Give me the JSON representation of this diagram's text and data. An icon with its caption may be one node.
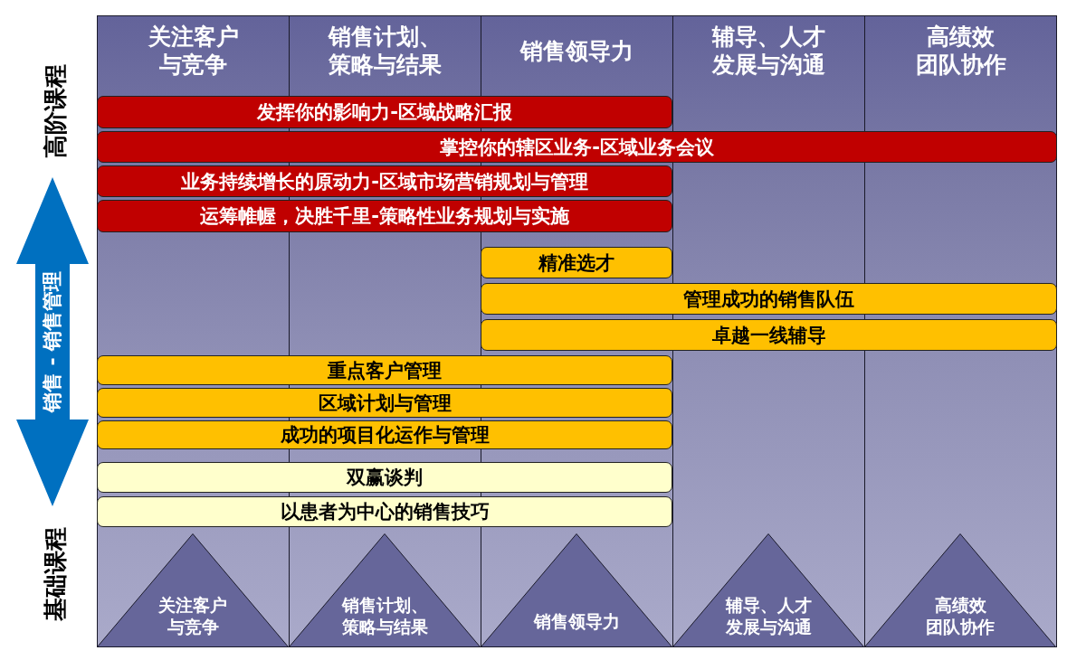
{
  "diagram": {
    "nodes": [
      {
        "text": [
          "关注客户与竞争"
        ]
      },
      {
        "text": [
          "销售计划、策略与结果"
        ]
      },
      {
        "text": [
          "销售领导力"
        ]
      },
      {
        "text": [
          "辅导、人才发展与沟通"
        ]
      },
      {
        "text": [
          "高绩效团队协作"
        ]
      },
      {
        "text": [
          "发挥你的影响力-区域战略汇报"
        ]
      },
      {
        "text": [
          "掌控你的辖区业务-区域业务会议"
        ]
      },
      {
        "text": [
          "业务持续增长的原动力-区域市场营销规划与管理"
        ]
      },
      {
        "text": [
          "运筹帷幄，决胜千里-策略性业务规划与实施"
        ]
      },
      {
        "text": [
          "精准选才"
        ],
        "in": 2
      },
      {
        "text": [
          "管理成功的销售队伍"
        ]
      },
      {
        "text": [
          "卓越一线辅导"
        ]
      },
      {
        "text": [
          "重点客户管理"
        ]
      },
      {
        "text": [
          "区域计划与管理"
        ]
      },
      {
        "text": [
          "成功的项目化运作与管理"
        ]
      },
      {
        "text": [
          "双赢谈判"
        ]
      },
      {
        "text": [
          "以患者为中心的销售技巧"
        ]
      },
      {
        "text": [
          "关注客户与竞争"
        ],
        "in": 0
      },
      {
        "text": [
          "销售计划、策略与结果"
        ],
        "in": 1
      },
      {
        "text": [
          "销售领导力"
        ],
        "in": 2
      },
      {
        "text": [
          "辅导、人才发展与沟通"
        ],
        "in": 3
      },
      {
        "text": [
          "高绩效团队协作"
        ],
        "in": 4
      },
      {
        "text": [
          "销售 - 销售管理"
        ]
      }
    ],
    "labels": [
      "高阶课程",
      "基础课程"
    ]
  }
}
